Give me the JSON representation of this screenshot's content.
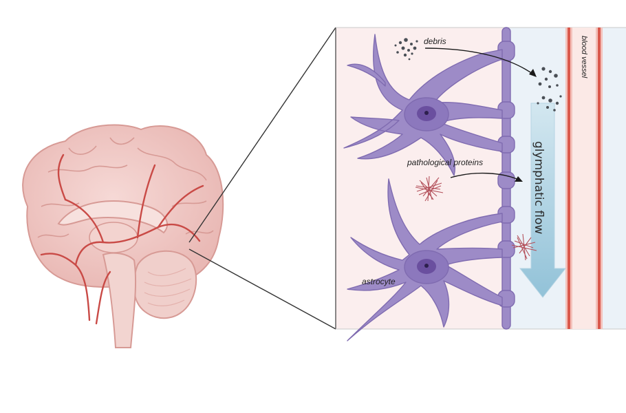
{
  "labels": {
    "debris": "debris",
    "blood_vessel": "blood vessel",
    "pathological_proteins": "pathological proteins",
    "glymphatic_flow": "glymphatic flow",
    "astrocyte": "astrocyte"
  },
  "colors": {
    "panel_bg": "#fbeeee",
    "perivascular_bg": "#e9f1f7",
    "astrocyte": "#9d8bc7",
    "astrocyte_stroke": "#7f6bb0",
    "nucleus": "#6a4f9f",
    "vessel_wall": "#d96a5c",
    "brain_tissue": "#f1c9c6",
    "brain_vessels": "#c94a46",
    "flow_arrow": "#a9cfe0",
    "debris": "#4a4f56",
    "protein": "#b3505a"
  }
}
